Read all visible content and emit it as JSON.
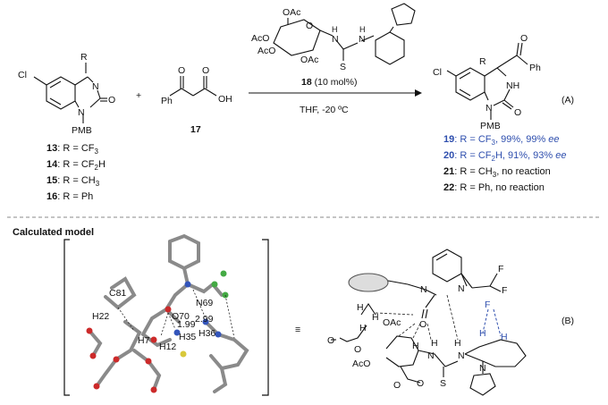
{
  "top": {
    "reactant1": {
      "substituent": "R",
      "chloro": "Cl",
      "n_top": "N",
      "n_bottom": "N",
      "oxo": "O",
      "pmb": "PMB"
    },
    "plus": "+",
    "reactant2": {
      "ph": "Ph",
      "oxo": "O",
      "oxo2": "O",
      "oh": "OH",
      "id": "17"
    },
    "catalyst": {
      "oac_top": "OAc",
      "aco1": "AcO",
      "aco2": "AcO",
      "o_ring": "O",
      "oac2": "OAc",
      "n1": "N",
      "nh1": "H",
      "s": "S",
      "nh2": "H",
      "n2": "N",
      "id": "18",
      "loading": "(10 mol%)"
    },
    "conditions": "THF, -20 ºC",
    "product": {
      "r": "R",
      "chloro": "Cl",
      "nh": "NH",
      "n": "N",
      "oxo": "O",
      "pmb": "PMB",
      "oxo_ketone": "O",
      "ph": "Ph"
    },
    "panel_label": "(A)",
    "substrates": [
      {
        "id": "13",
        "text": ": R = CF",
        "sub": "3",
        "rest": ""
      },
      {
        "id": "14",
        "text": ": R = CF",
        "sub": "2",
        "rest": "H"
      },
      {
        "id": "15",
        "text": ": R = CH",
        "sub": "3",
        "rest": ""
      },
      {
        "id": "16",
        "text": ": R = Ph",
        "sub": "",
        "rest": ""
      }
    ],
    "results": [
      {
        "id": "19",
        "text": ": R = CF",
        "sub": "3",
        "rest": ", 99%, 99% ",
        "ee": "ee",
        "color": "#2f4fae"
      },
      {
        "id": "20",
        "text": ": R = CF",
        "sub": "2",
        "rest": "H, 91%, 93% ",
        "ee": "ee",
        "color": "#2f4fae"
      },
      {
        "id": "21",
        "text": ": R = CH",
        "sub": "3",
        "rest": ", no reaction",
        "ee": "",
        "color": "#111111"
      },
      {
        "id": "22",
        "text": ": R = Ph",
        "sub": "",
        "rest": ", no reaction",
        "ee": "",
        "color": "#111111"
      }
    ]
  },
  "bottom": {
    "section_title": "Calculated model",
    "model_labels": [
      "C81",
      "H22",
      "N69",
      "O70",
      "H35",
      "H36",
      "H7",
      "H12",
      "1.99",
      "2.99"
    ],
    "equiv": "≡",
    "panel_label": "(B)",
    "scheme": {
      "f1": "F",
      "f2": "F",
      "f3": "F",
      "n1": "N",
      "n2": "N",
      "o1": "O",
      "h1": "H",
      "h2": "H",
      "h3": "H",
      "oac": "OAc",
      "o2": "O",
      "o3": "O",
      "aco": "AcO",
      "o4": "O",
      "o5": "O",
      "n3": "N",
      "h4": "H",
      "h5": "H",
      "n4": "N",
      "s": "S",
      "n5": "N",
      "h6": "H",
      "h7": "H",
      "h8": "H"
    }
  },
  "colors": {
    "highlight": "#2f4fae",
    "bond": "#111111",
    "dash": "#888888"
  }
}
